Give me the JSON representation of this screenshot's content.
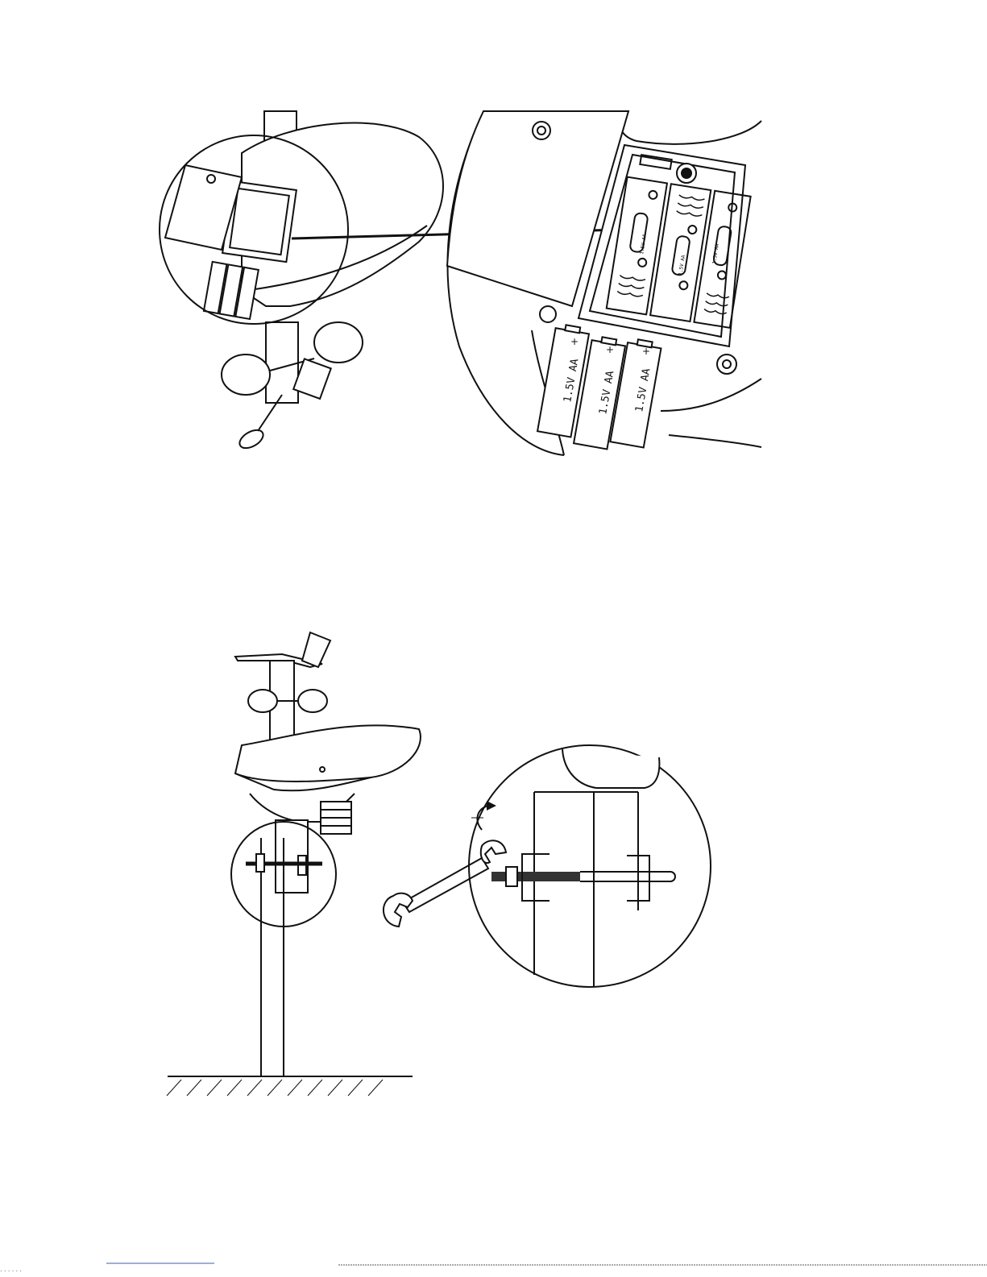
{
  "figure1": {
    "battery_label_big": "1.5V AA",
    "battery_label_compartment": "1.5V AA",
    "battery_label_small": "1.5V AA"
  },
  "footer": {
    "left_text": "· · · · · ·"
  }
}
